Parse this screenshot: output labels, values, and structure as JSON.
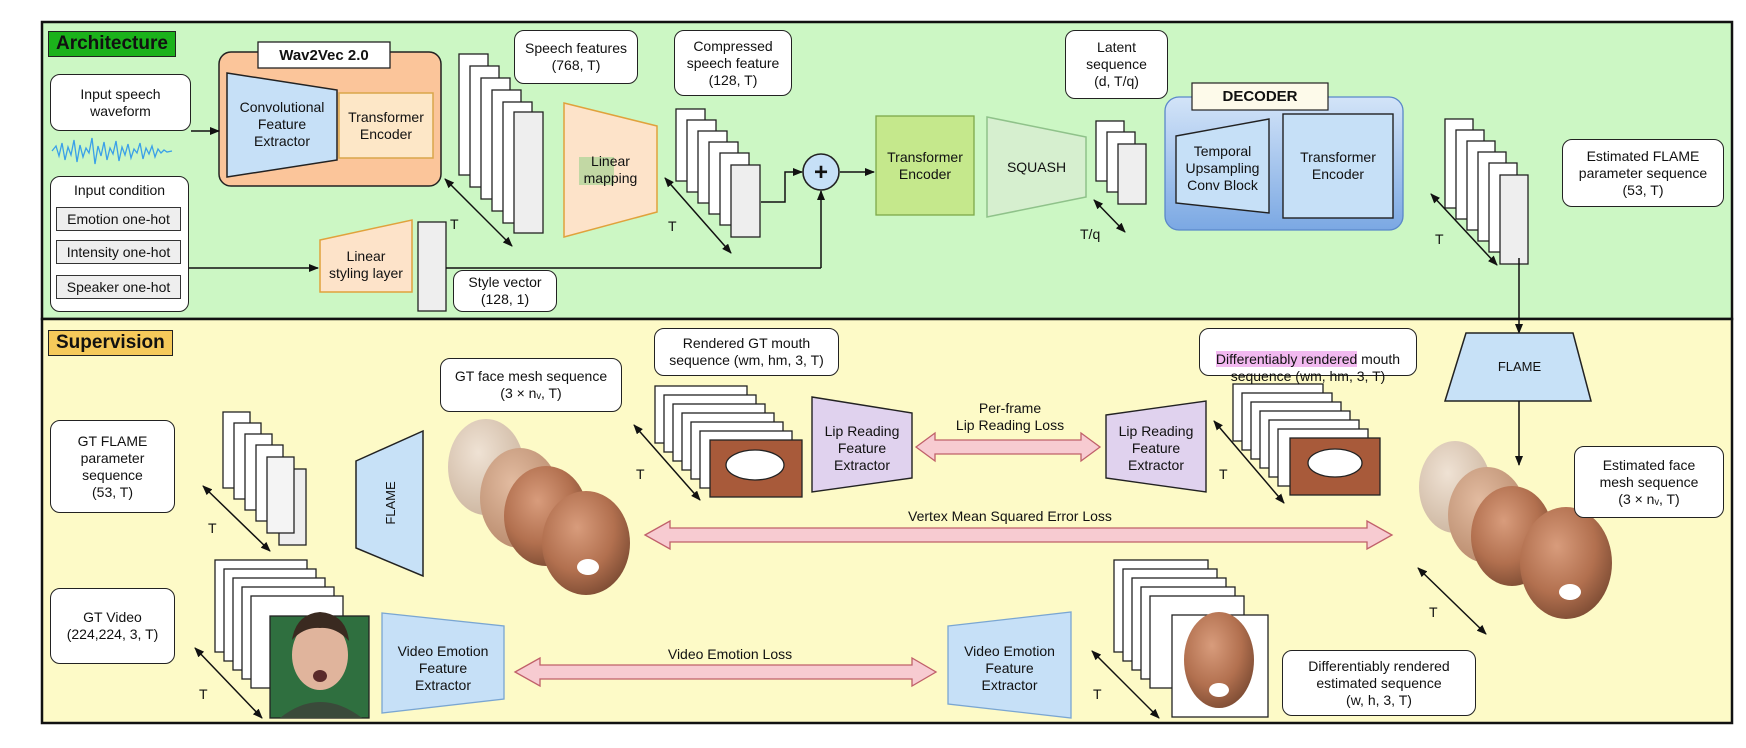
{
  "sections": {
    "architecture": "Architecture",
    "supervision": "Supervision"
  },
  "arch": {
    "wav2vec_title": "Wav2Vec 2.0",
    "input_speech": "Input speech\nwaveform",
    "conv_extractor": "Convolutional\nFeature\nExtractor",
    "transformer_encoder_a": "Transformer\nEncoder",
    "speech_features": "Speech features\n(768, T)",
    "linear_mapping": "Linear\nmapping",
    "compressed": "Compressed\nspeech feature\n(128, T)",
    "input_condition": "Input condition",
    "emotion_onehot": "Emotion one-hot",
    "intensity_onehot": "Intensity one-hot",
    "speaker_onehot": "Speaker one-hot",
    "linear_styling": "Linear\nstyling layer",
    "style_vector": "Style vector\n(128, 1)",
    "plus": "+",
    "transformer_encoder_b": "Transformer\nEncoder",
    "squash": "SQUASH",
    "latent": "Latent\nsequence\n(d, T/q)",
    "decoder_title": "DECODER",
    "temporal_upsampling": "Temporal\nUpsampling\nConv Block",
    "transformer_encoder_c": "Transformer\nEncoder",
    "estimated_flame_param": "Estimated FLAME\nparameter sequence\n(53, T)",
    "t": "T",
    "t_over_q": "T/q"
  },
  "sup": {
    "flame_right": "FLAME",
    "flame_left": "FLAME",
    "gt_flame_param": "GT FLAME\nparameter\nsequence\n(53, T)",
    "gt_face_mesh": "GT face mesh sequence\n(3 × nᵥ, T)",
    "rendered_gt_mouth": "Rendered GT mouth\nsequence (wm, hm, 3, T)",
    "diff_rendered_highlight": "Differentiably rendered",
    "diff_rendered_rest": " mouth\nsequence (wm, hm, 3, T)",
    "lip_reading_left": "Lip Reading\nFeature\nExtractor",
    "lip_reading_right": "Lip Reading\nFeature\nExtractor",
    "lip_loss": "Per-frame\nLip Reading Loss",
    "vertex_loss": "Vertex Mean Squared Error Loss",
    "estimated_face_mesh": "Estimated face\nmesh sequence\n(3 × nᵥ, T)",
    "gt_video": "GT Video\n(224,224, 3, T)",
    "video_emotion_left": "Video Emotion\nFeature\nExtractor",
    "video_emotion_right": "Video Emotion\nFeature\nExtractor",
    "video_emotion_loss": "Video Emotion Loss",
    "diff_rendered_estimated": "Differentiably rendered\nestimated sequence\n(w, h, 3, T)",
    "t": "T"
  },
  "colors": {
    "architecture_bg": "#ccf7c4",
    "supervision_bg": "#fdfac7",
    "architecture_tag": "#1bb21b",
    "supervision_tag": "#f5c95a",
    "wav2vec_fill": "#fbc59a",
    "extractor_blue": "#c6e0f7",
    "transformer_peach": "#fde7c7",
    "linear_peach": "#fde3c9",
    "transformer_green": "#c5e88c",
    "squash_green": "#d6efcf",
    "decoder_blue": "#8fb7ea",
    "flame_blue": "#c7e1f7",
    "lip_purple": "#e0d2ee",
    "loss_arrow_pink": "#f7cbd1",
    "face_skin": "#b8785a",
    "highlight_pink": "#f2b9f0"
  }
}
